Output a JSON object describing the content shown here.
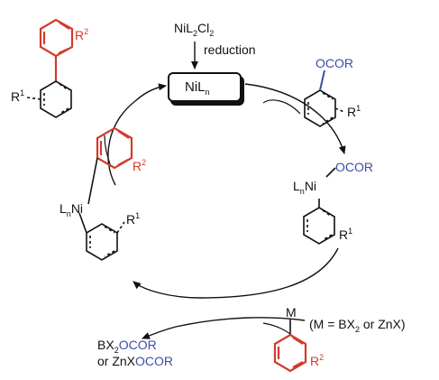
{
  "catalyst": {
    "precursor_main": "NiL",
    "precursor_sub": "2",
    "precursor_tail": "Cl",
    "precursor_sub2": "2",
    "reduction": "reduction",
    "active_main": "NiL",
    "active_sub": "n"
  },
  "ester": {
    "group": "OCOR",
    "r": "R",
    "r_sup": "1"
  },
  "oxidative_adduct": {
    "ligand": "L",
    "ligand_sub": "n",
    "metal": "Ni",
    "group": "OCOR",
    "r": "R",
    "r_sup": "1"
  },
  "transmetalated": {
    "ligand": "L",
    "ligand_sub": "n",
    "metal": "Ni",
    "r1": "R",
    "r1_sup": "1",
    "r2": "R",
    "r2_sup": "2"
  },
  "product": {
    "r1": "R",
    "r1_sup": "1",
    "r2": "R",
    "r2_sup": "2"
  },
  "nucleophile": {
    "metal": "M",
    "r": "R",
    "r_sup": "2",
    "legend": "(M = BX",
    "legend_sub": "2",
    "legend_tail": " or ZnX)"
  },
  "byproduct": {
    "line1_main": "BX",
    "line1_sub": "2",
    "line1_group": "OCOR",
    "line2_prefix": "or ZnX",
    "line2_group": "OCOR"
  },
  "colors": {
    "black": "#111111",
    "blue": "#3b4ea8",
    "red": "#d13b2a"
  }
}
